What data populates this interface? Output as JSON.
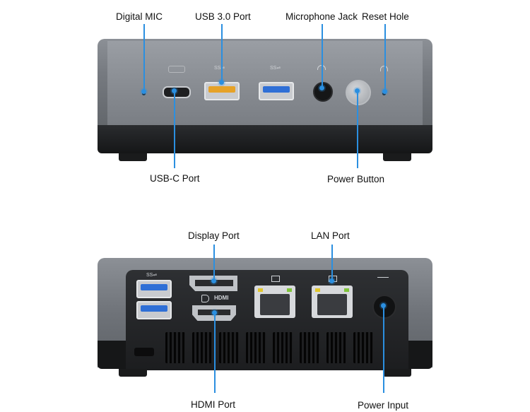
{
  "top_labels": {
    "digital_mic": "Digital MIC",
    "usb3_port": "USB 3.0 Port",
    "microphone_jack": "Microphone Jack",
    "reset_hole": "Reset Hole",
    "usb_c_port": "USB-C Port",
    "power_button": "Power Button"
  },
  "bottom_labels": {
    "display_port": "Display Port",
    "lan_port": "LAN Port",
    "hdmi_port": "HDMI Port",
    "power_input": "Power Input"
  },
  "device_markings": {
    "ss_usb": "SS⇌",
    "hdmi": "HDMI"
  },
  "colors": {
    "leader_line": "#2b8fe0",
    "usb3_blue": "#2f6fd6",
    "usb3_yellow": "#e6a228"
  }
}
